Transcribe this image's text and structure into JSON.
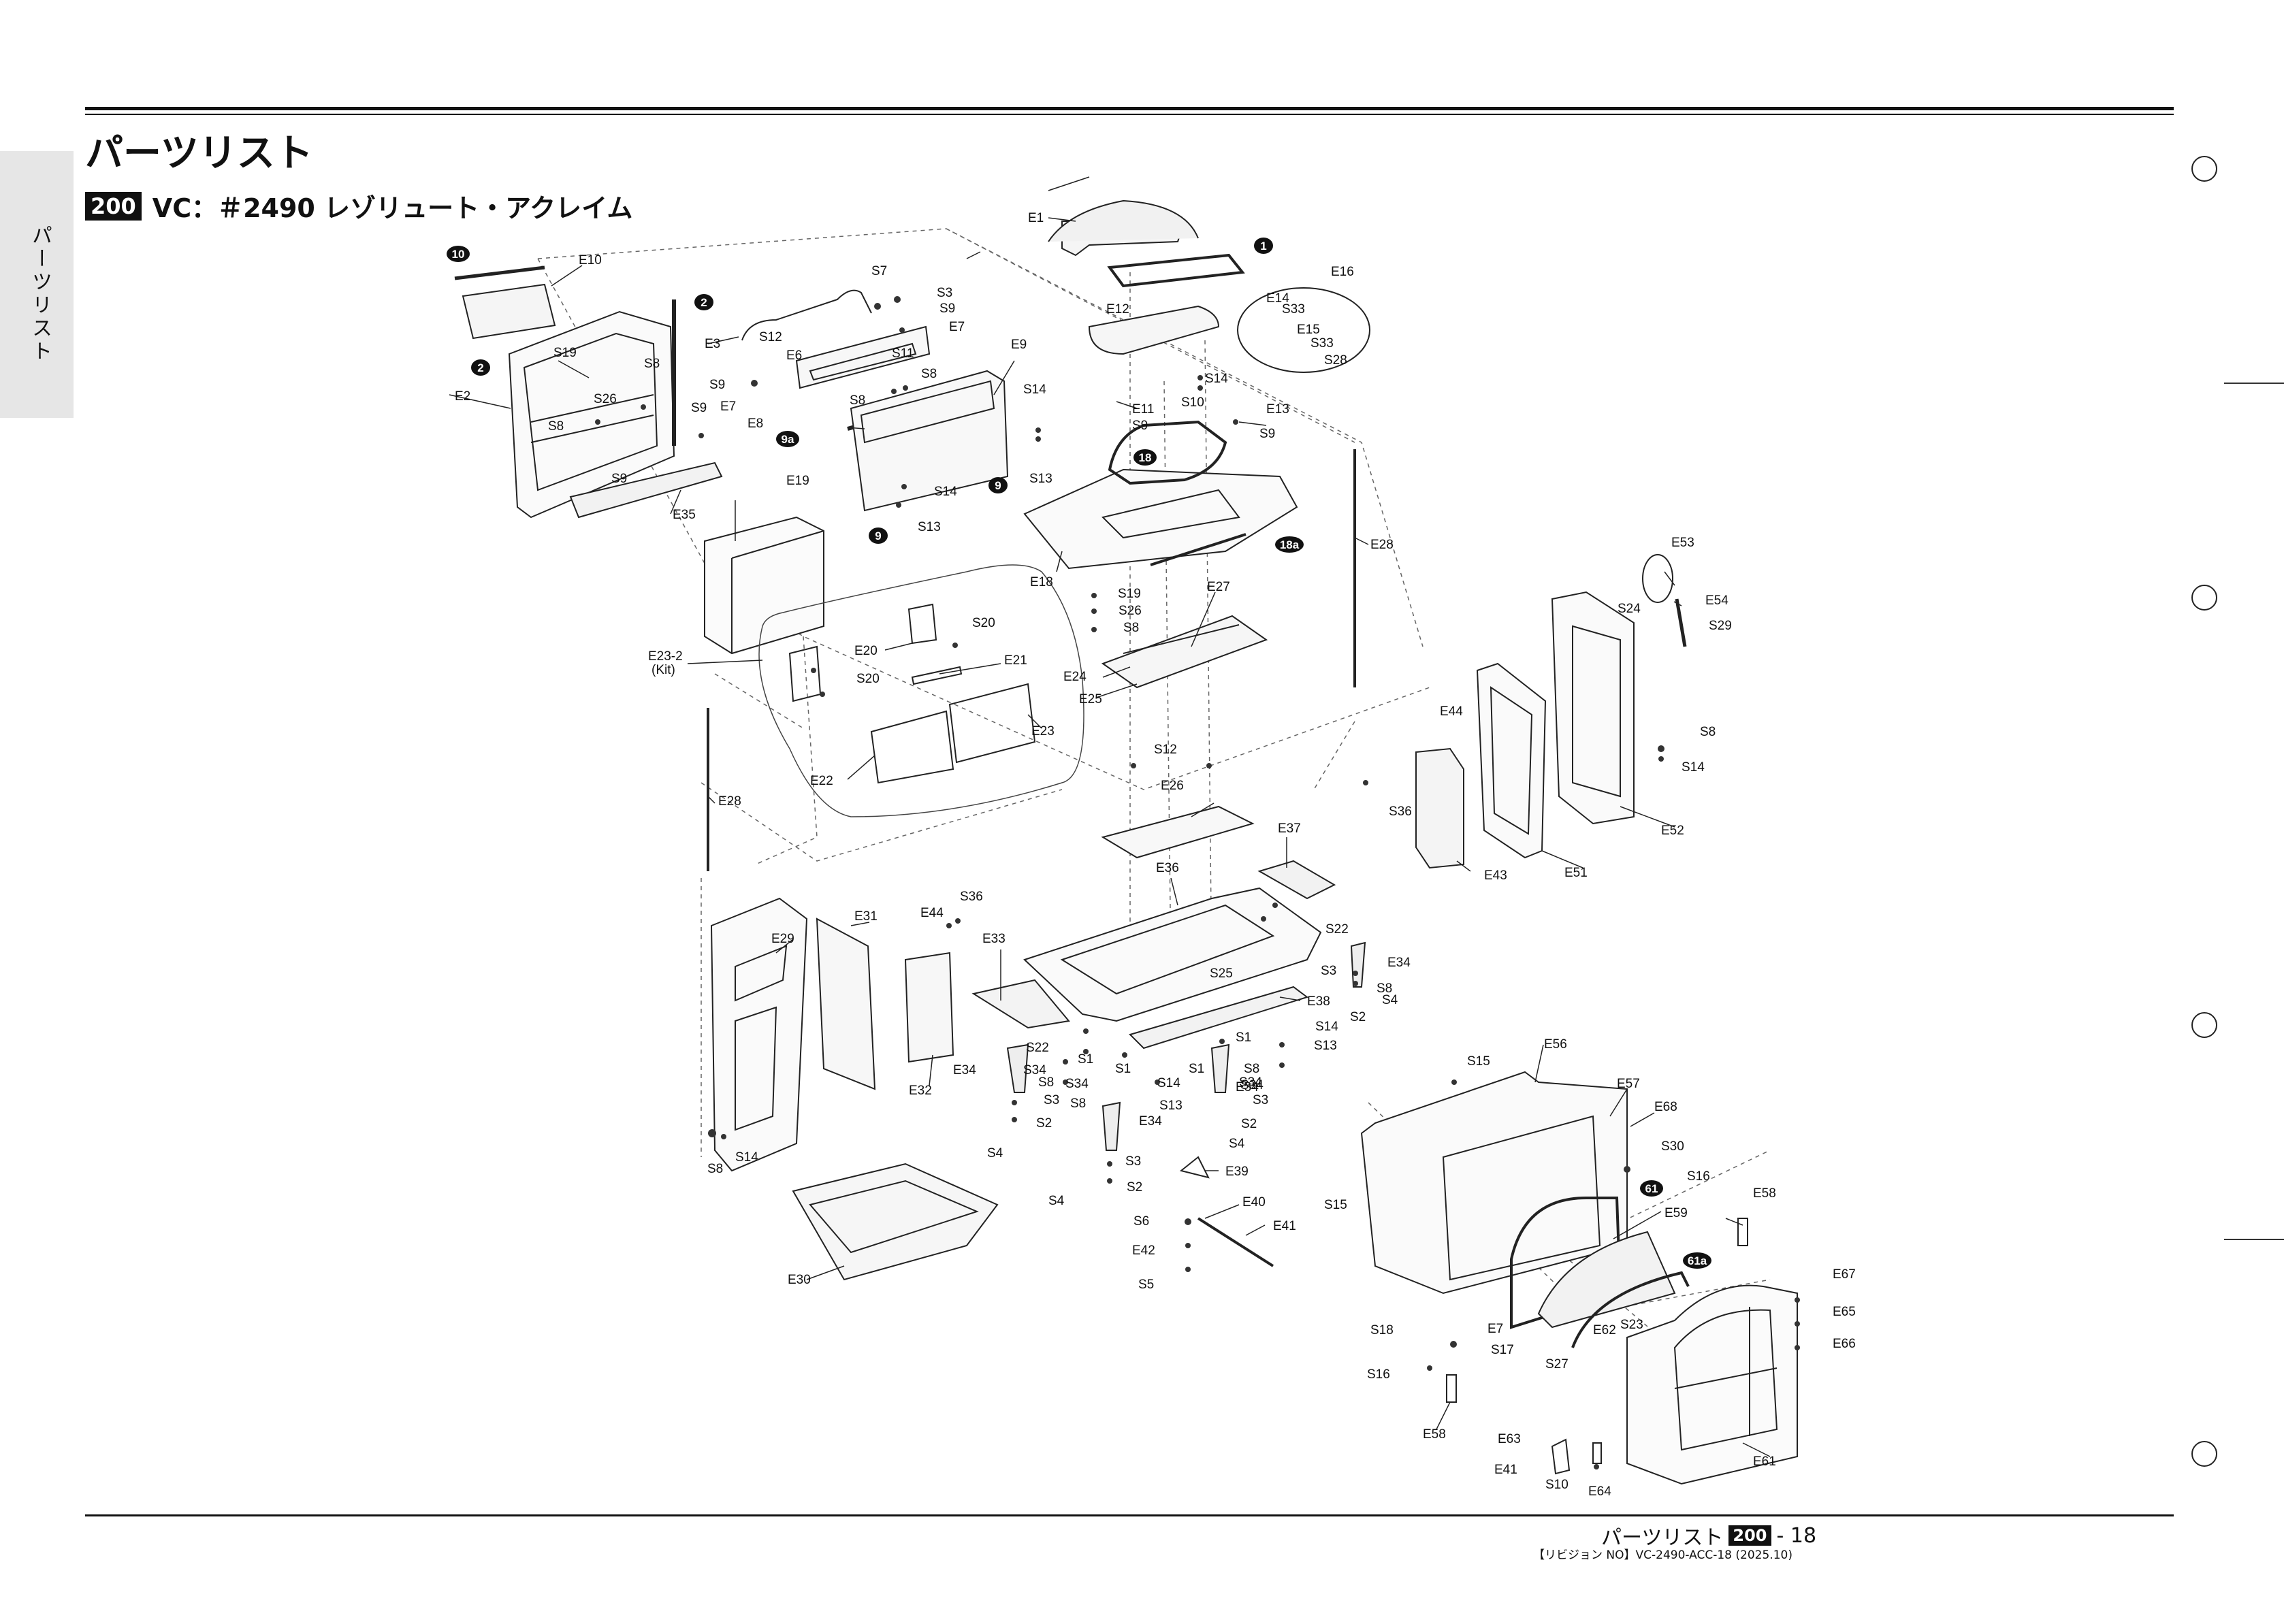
{
  "header": {
    "title": "パーツリスト",
    "section_badge": "200",
    "model": "VC：＃2490 レゾリュート・アクレイム"
  },
  "side_tab": {
    "label": "パーツリスト"
  },
  "footer": {
    "title": "パーツリスト",
    "badge": "200",
    "page": "- 18",
    "revision": "【リビジョン NO】VC-2490-ACC-18 (2025.10)"
  },
  "callouts": [
    {
      "name": "E1",
      "label": "E1"
    },
    {
      "name": "E2",
      "label": "E2"
    },
    {
      "name": "E3",
      "label": "E3"
    },
    {
      "name": "E6",
      "label": "E6"
    },
    {
      "name": "E7a",
      "label": "E7"
    },
    {
      "name": "E7b",
      "label": "E7"
    },
    {
      "name": "E7c",
      "label": "E7"
    },
    {
      "name": "E8",
      "label": "E8"
    },
    {
      "name": "E9",
      "label": "E9"
    },
    {
      "name": "E10",
      "label": "E10"
    },
    {
      "name": "E11",
      "label": "E11"
    },
    {
      "name": "E12",
      "label": "E12"
    },
    {
      "name": "E13",
      "label": "E13"
    },
    {
      "name": "E14",
      "label": "E14"
    },
    {
      "name": "E15",
      "label": "E15"
    },
    {
      "name": "E16",
      "label": "E16"
    },
    {
      "name": "E18",
      "label": "E18"
    },
    {
      "name": "E19",
      "label": "E19"
    },
    {
      "name": "E20",
      "label": "E20"
    },
    {
      "name": "E21",
      "label": "E21"
    },
    {
      "name": "E22",
      "label": "E22"
    },
    {
      "name": "E23",
      "label": "E23"
    },
    {
      "name": "E23-2",
      "label": "E23-2"
    },
    {
      "name": "Kit",
      "label": "(Kit)"
    },
    {
      "name": "E24",
      "label": "E24"
    },
    {
      "name": "E25",
      "label": "E25"
    },
    {
      "name": "E26",
      "label": "E26"
    },
    {
      "name": "E27",
      "label": "E27"
    },
    {
      "name": "E28a",
      "label": "E28"
    },
    {
      "name": "E28b",
      "label": "E28"
    },
    {
      "name": "E29",
      "label": "E29"
    },
    {
      "name": "E30",
      "label": "E30"
    },
    {
      "name": "E31",
      "label": "E31"
    },
    {
      "name": "E32",
      "label": "E32"
    },
    {
      "name": "E33",
      "label": "E33"
    },
    {
      "name": "E34a",
      "label": "E34"
    },
    {
      "name": "E34b",
      "label": "E34"
    },
    {
      "name": "E34c",
      "label": "E34"
    },
    {
      "name": "E34d",
      "label": "E34"
    },
    {
      "name": "E35",
      "label": "E35"
    },
    {
      "name": "E36",
      "label": "E36"
    },
    {
      "name": "E37",
      "label": "E37"
    },
    {
      "name": "E38",
      "label": "E38"
    },
    {
      "name": "E39",
      "label": "E39"
    },
    {
      "name": "E40",
      "label": "E40"
    },
    {
      "name": "E41a",
      "label": "E41"
    },
    {
      "name": "E41b",
      "label": "E41"
    },
    {
      "name": "E42",
      "label": "E42"
    },
    {
      "name": "E43",
      "label": "E43"
    },
    {
      "name": "E44a",
      "label": "E44"
    },
    {
      "name": "E44b",
      "label": "E44"
    },
    {
      "name": "E51",
      "label": "E51"
    },
    {
      "name": "E52",
      "label": "E52"
    },
    {
      "name": "E53",
      "label": "E53"
    },
    {
      "name": "E54",
      "label": "E54"
    },
    {
      "name": "E56",
      "label": "E56"
    },
    {
      "name": "E57",
      "label": "E57"
    },
    {
      "name": "E58a",
      "label": "E58"
    },
    {
      "name": "E58b",
      "label": "E58"
    },
    {
      "name": "E59",
      "label": "E59"
    },
    {
      "name": "E61",
      "label": "E61"
    },
    {
      "name": "E62",
      "label": "E62"
    },
    {
      "name": "E63",
      "label": "E63"
    },
    {
      "name": "E64",
      "label": "E64"
    },
    {
      "name": "E65",
      "label": "E65"
    },
    {
      "name": "E66",
      "label": "E66"
    },
    {
      "name": "E67",
      "label": "E67"
    },
    {
      "name": "E68",
      "label": "E68"
    },
    {
      "name": "S1a",
      "label": "S1"
    },
    {
      "name": "S1b",
      "label": "S1"
    },
    {
      "name": "S1c",
      "label": "S1"
    },
    {
      "name": "S1d",
      "label": "S1"
    },
    {
      "name": "S2a",
      "label": "S2"
    },
    {
      "name": "S2b",
      "label": "S2"
    },
    {
      "name": "S2c",
      "label": "S2"
    },
    {
      "name": "S2d",
      "label": "S2"
    },
    {
      "name": "S3a",
      "label": "S3"
    },
    {
      "name": "S3b",
      "label": "S3"
    },
    {
      "name": "S3c",
      "label": "S3"
    },
    {
      "name": "S3d",
      "label": "S3"
    },
    {
      "name": "S3e",
      "label": "S3"
    },
    {
      "name": "S4a",
      "label": "S4"
    },
    {
      "name": "S4b",
      "label": "S4"
    },
    {
      "name": "S4c",
      "label": "S4"
    },
    {
      "name": "S4d",
      "label": "S4"
    },
    {
      "name": "S5",
      "label": "S5"
    },
    {
      "name": "S6",
      "label": "S6"
    },
    {
      "name": "S7",
      "label": "S7"
    },
    {
      "name": "S8a",
      "label": "S8"
    },
    {
      "name": "S8b",
      "label": "S8"
    },
    {
      "name": "S8c",
      "label": "S8"
    },
    {
      "name": "S8d",
      "label": "S8"
    },
    {
      "name": "S8e",
      "label": "S8"
    },
    {
      "name": "S8f",
      "label": "S8"
    },
    {
      "name": "S8g",
      "label": "S8"
    },
    {
      "name": "S8h",
      "label": "S8"
    },
    {
      "name": "S8i",
      "label": "S8"
    },
    {
      "name": "S8j",
      "label": "S8"
    },
    {
      "name": "S8k",
      "label": "S8"
    },
    {
      "name": "S9a",
      "label": "S9"
    },
    {
      "name": "S9b",
      "label": "S9"
    },
    {
      "name": "S9c",
      "label": "S9"
    },
    {
      "name": "S9d",
      "label": "S9"
    },
    {
      "name": "S9e",
      "label": "S9"
    },
    {
      "name": "S9f",
      "label": "S9"
    },
    {
      "name": "S10a",
      "label": "S10"
    },
    {
      "name": "S10b",
      "label": "S10"
    },
    {
      "name": "S11",
      "label": "S11"
    },
    {
      "name": "S12a",
      "label": "S12"
    },
    {
      "name": "S12b",
      "label": "S12"
    },
    {
      "name": "S13a",
      "label": "S13"
    },
    {
      "name": "S13b",
      "label": "S13"
    },
    {
      "name": "S13c",
      "label": "S13"
    },
    {
      "name": "S13d",
      "label": "S13"
    },
    {
      "name": "S14a",
      "label": "S14"
    },
    {
      "name": "S14b",
      "label": "S14"
    },
    {
      "name": "S14c",
      "label": "S14"
    },
    {
      "name": "S14d",
      "label": "S14"
    },
    {
      "name": "S14e",
      "label": "S14"
    },
    {
      "name": "S14f",
      "label": "S14"
    },
    {
      "name": "S14g",
      "label": "S14"
    },
    {
      "name": "S15a",
      "label": "S15"
    },
    {
      "name": "S15b",
      "label": "S15"
    },
    {
      "name": "S16a",
      "label": "S16"
    },
    {
      "name": "S16b",
      "label": "S16"
    },
    {
      "name": "S17",
      "label": "S17"
    },
    {
      "name": "S18",
      "label": "S18"
    },
    {
      "name": "S19a",
      "label": "S19"
    },
    {
      "name": "S19b",
      "label": "S19"
    },
    {
      "name": "S20a",
      "label": "S20"
    },
    {
      "name": "S20b",
      "label": "S20"
    },
    {
      "name": "S22a",
      "label": "S22"
    },
    {
      "name": "S22b",
      "label": "S22"
    },
    {
      "name": "S23",
      "label": "S23"
    },
    {
      "name": "S24",
      "label": "S24"
    },
    {
      "name": "S25",
      "label": "S25"
    },
    {
      "name": "S26a",
      "label": "S26"
    },
    {
      "name": "S26b",
      "label": "S26"
    },
    {
      "name": "S27",
      "label": "S27"
    },
    {
      "name": "S28",
      "label": "S28"
    },
    {
      "name": "S29",
      "label": "S29"
    },
    {
      "name": "S30",
      "label": "S30"
    },
    {
      "name": "S33a",
      "label": "S33"
    },
    {
      "name": "S33b",
      "label": "S33"
    },
    {
      "name": "S34a",
      "label": "S34"
    },
    {
      "name": "S34b",
      "label": "S34"
    },
    {
      "name": "S34c",
      "label": "S34"
    },
    {
      "name": "S34d",
      "label": "S34"
    },
    {
      "name": "S36a",
      "label": "S36"
    },
    {
      "name": "S36b",
      "label": "S36"
    }
  ],
  "circled_callouts": [
    {
      "name": "c10",
      "label": "10"
    },
    {
      "name": "c2a",
      "label": "2"
    },
    {
      "name": "c2b",
      "label": "2"
    },
    {
      "name": "c1",
      "label": "1"
    },
    {
      "name": "c9a",
      "label": "9a"
    },
    {
      "name": "c9b",
      "label": "9"
    },
    {
      "name": "c9c",
      "label": "9"
    },
    {
      "name": "c18",
      "label": "18"
    },
    {
      "name": "c18a",
      "label": "18a"
    },
    {
      "name": "c61",
      "label": "61"
    },
    {
      "name": "c61a",
      "label": "61a"
    }
  ]
}
